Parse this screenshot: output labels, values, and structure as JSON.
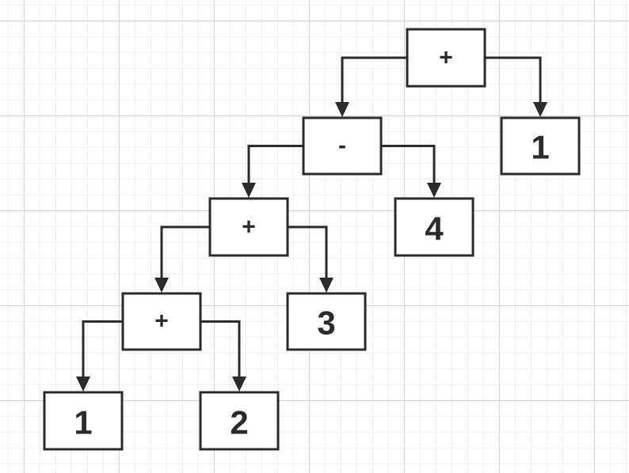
{
  "diagram": {
    "type": "expression-tree",
    "nodes": {
      "root_plus": "+",
      "minus": "-",
      "right_one": "1",
      "mid_plus": "+",
      "four": "4",
      "low_plus": "+",
      "three": "3",
      "leaf_one": "1",
      "leaf_two": "2"
    },
    "edges": [
      [
        "root_plus",
        "minus"
      ],
      [
        "root_plus",
        "right_one"
      ],
      [
        "minus",
        "mid_plus"
      ],
      [
        "minus",
        "four"
      ],
      [
        "mid_plus",
        "low_plus"
      ],
      [
        "mid_plus",
        "three"
      ],
      [
        "low_plus",
        "leaf_one"
      ],
      [
        "low_plus",
        "leaf_two"
      ]
    ]
  }
}
